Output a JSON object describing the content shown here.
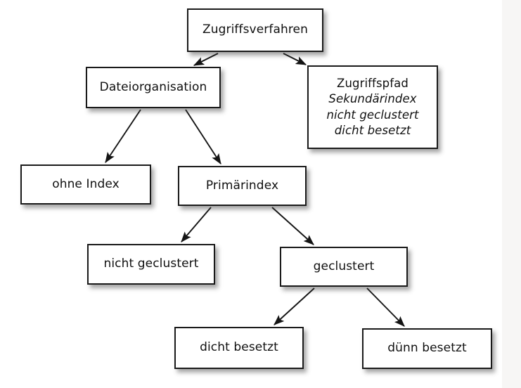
{
  "diagram": {
    "title": "Zugriffsverfahren",
    "type": "tree",
    "background_color": "#ffffff",
    "strip_color": "#f7f6f5",
    "node_border_color": "#1a1a1a",
    "node_fill_color": "#ffffff",
    "text_color": "#101010",
    "nodes": [
      {
        "id": "zugriffsverfahren",
        "lines": [
          {
            "text": "Zugriffsverfahren",
            "italic": false
          }
        ]
      },
      {
        "id": "dateiorganisation",
        "lines": [
          {
            "text": "Dateiorganisation",
            "italic": false
          }
        ]
      },
      {
        "id": "zugriffspfad",
        "lines": [
          {
            "text": "Zugriffspfad",
            "italic": false
          },
          {
            "text": "Sekundärindex",
            "italic": true
          },
          {
            "text": "nicht geclustert",
            "italic": true
          },
          {
            "text": "dicht besetzt",
            "italic": true
          }
        ]
      },
      {
        "id": "ohne-index",
        "lines": [
          {
            "text": "ohne Index",
            "italic": false
          }
        ]
      },
      {
        "id": "primaerindex",
        "lines": [
          {
            "text": "Primärindex",
            "italic": false
          }
        ]
      },
      {
        "id": "nicht-geclustert",
        "lines": [
          {
            "text": "nicht geclustert",
            "italic": false
          }
        ]
      },
      {
        "id": "geclustert",
        "lines": [
          {
            "text": "geclustert",
            "italic": false
          }
        ]
      },
      {
        "id": "dicht-besetzt",
        "lines": [
          {
            "text": "dicht besetzt",
            "italic": false
          }
        ]
      },
      {
        "id": "duenn-besetzt",
        "lines": [
          {
            "text": "dünn besetzt",
            "italic": false
          }
        ]
      }
    ],
    "edges": [
      {
        "from": "zugriffsverfahren",
        "to": "dateiorganisation"
      },
      {
        "from": "zugriffsverfahren",
        "to": "zugriffspfad"
      },
      {
        "from": "dateiorganisation",
        "to": "ohne-index"
      },
      {
        "from": "dateiorganisation",
        "to": "primaerindex"
      },
      {
        "from": "primaerindex",
        "to": "nicht-geclustert"
      },
      {
        "from": "primaerindex",
        "to": "geclustert"
      },
      {
        "from": "geclustert",
        "to": "dicht-besetzt"
      },
      {
        "from": "geclustert",
        "to": "duenn-besetzt"
      }
    ]
  }
}
